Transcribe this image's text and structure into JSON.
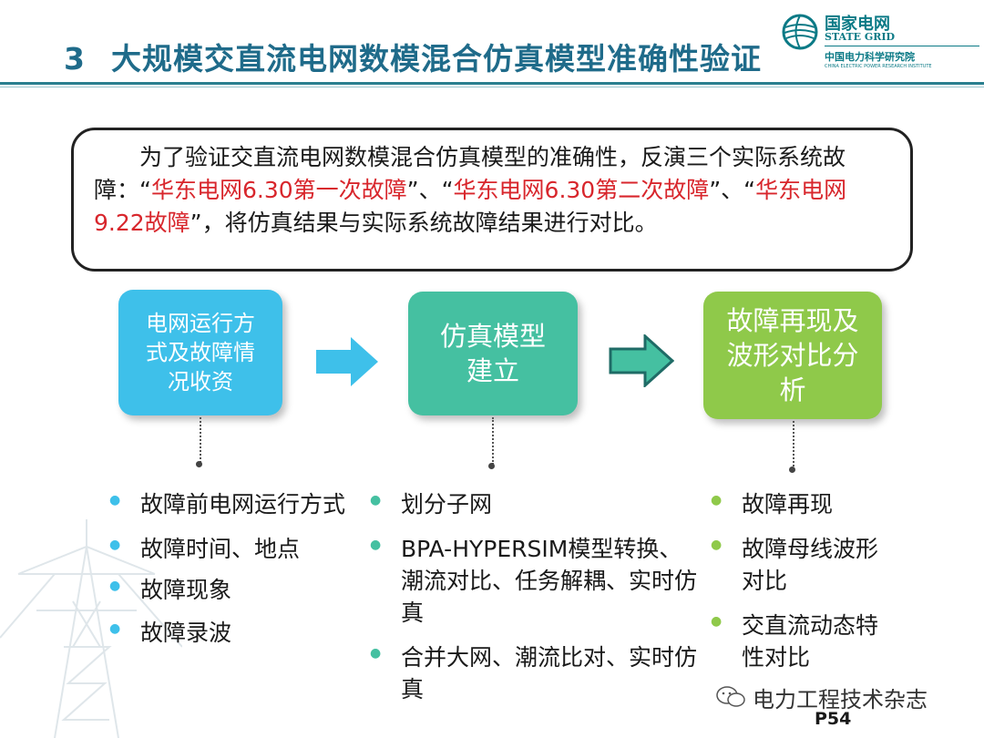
{
  "header": {
    "section_number": "3",
    "title": "大规模交直流电网数模混合仿真模型准确性验证",
    "logo": {
      "cn": "国家电网",
      "en": "STATE GRID",
      "institute_cn": "中国电力科学研究院",
      "institute_en": "CHINA ELECTRIC POWER RESEARCH INSTITUTE"
    }
  },
  "intro": {
    "part1": "为了验证交直流电网数模混合仿真模型的准确性，反演三个实际系统故障：",
    "q1_open": "“",
    "fault1": "华东电网6.30第一次故障",
    "q1_close": "”、",
    "q2_open": "“",
    "fault2": "华东电网6.30第二次故障",
    "q2_close": "”、",
    "q3_open": "“",
    "fault3": "华东电网9.22故障",
    "q3_close": "”",
    "part2": "，将仿真结果与实际系统故障结果进行对比。"
  },
  "flow": {
    "step1": "电网运行方式及故障情况收资",
    "step2": "仿真模型建立",
    "step3": "故障再现及波形对比分析"
  },
  "lists": {
    "col1": [
      "故障前电网运行方式",
      "故障时间、地点",
      "故障现象",
      "故障录波"
    ],
    "col2": [
      "划分子网",
      "BPA-HYPERSIM模型转换、潮流对比、任务解耦、实时仿真",
      "合并大网、潮流比对、实时仿真"
    ],
    "col3": [
      "故障再现",
      "故障母线波形对比",
      "交直流动态特性对比"
    ]
  },
  "bullet_glyph": "●",
  "footer": {
    "watermark": "电力工程技术杂志",
    "page": "P54"
  },
  "colors": {
    "title": "#1f6b8a",
    "box1": "#3ec0ea",
    "box2": "#45c0a1",
    "box3": "#8fc94a",
    "highlight": "#d8262c",
    "arrow1": "#3ec0ea",
    "arrow2": "#2f8f80"
  },
  "icons": {
    "logo": "state-grid-globe-icon",
    "arrow1": "right-arrow-icon",
    "arrow2": "right-arrow-outline-icon",
    "watermark": "wechat-icon",
    "background": "power-tower-icon"
  }
}
